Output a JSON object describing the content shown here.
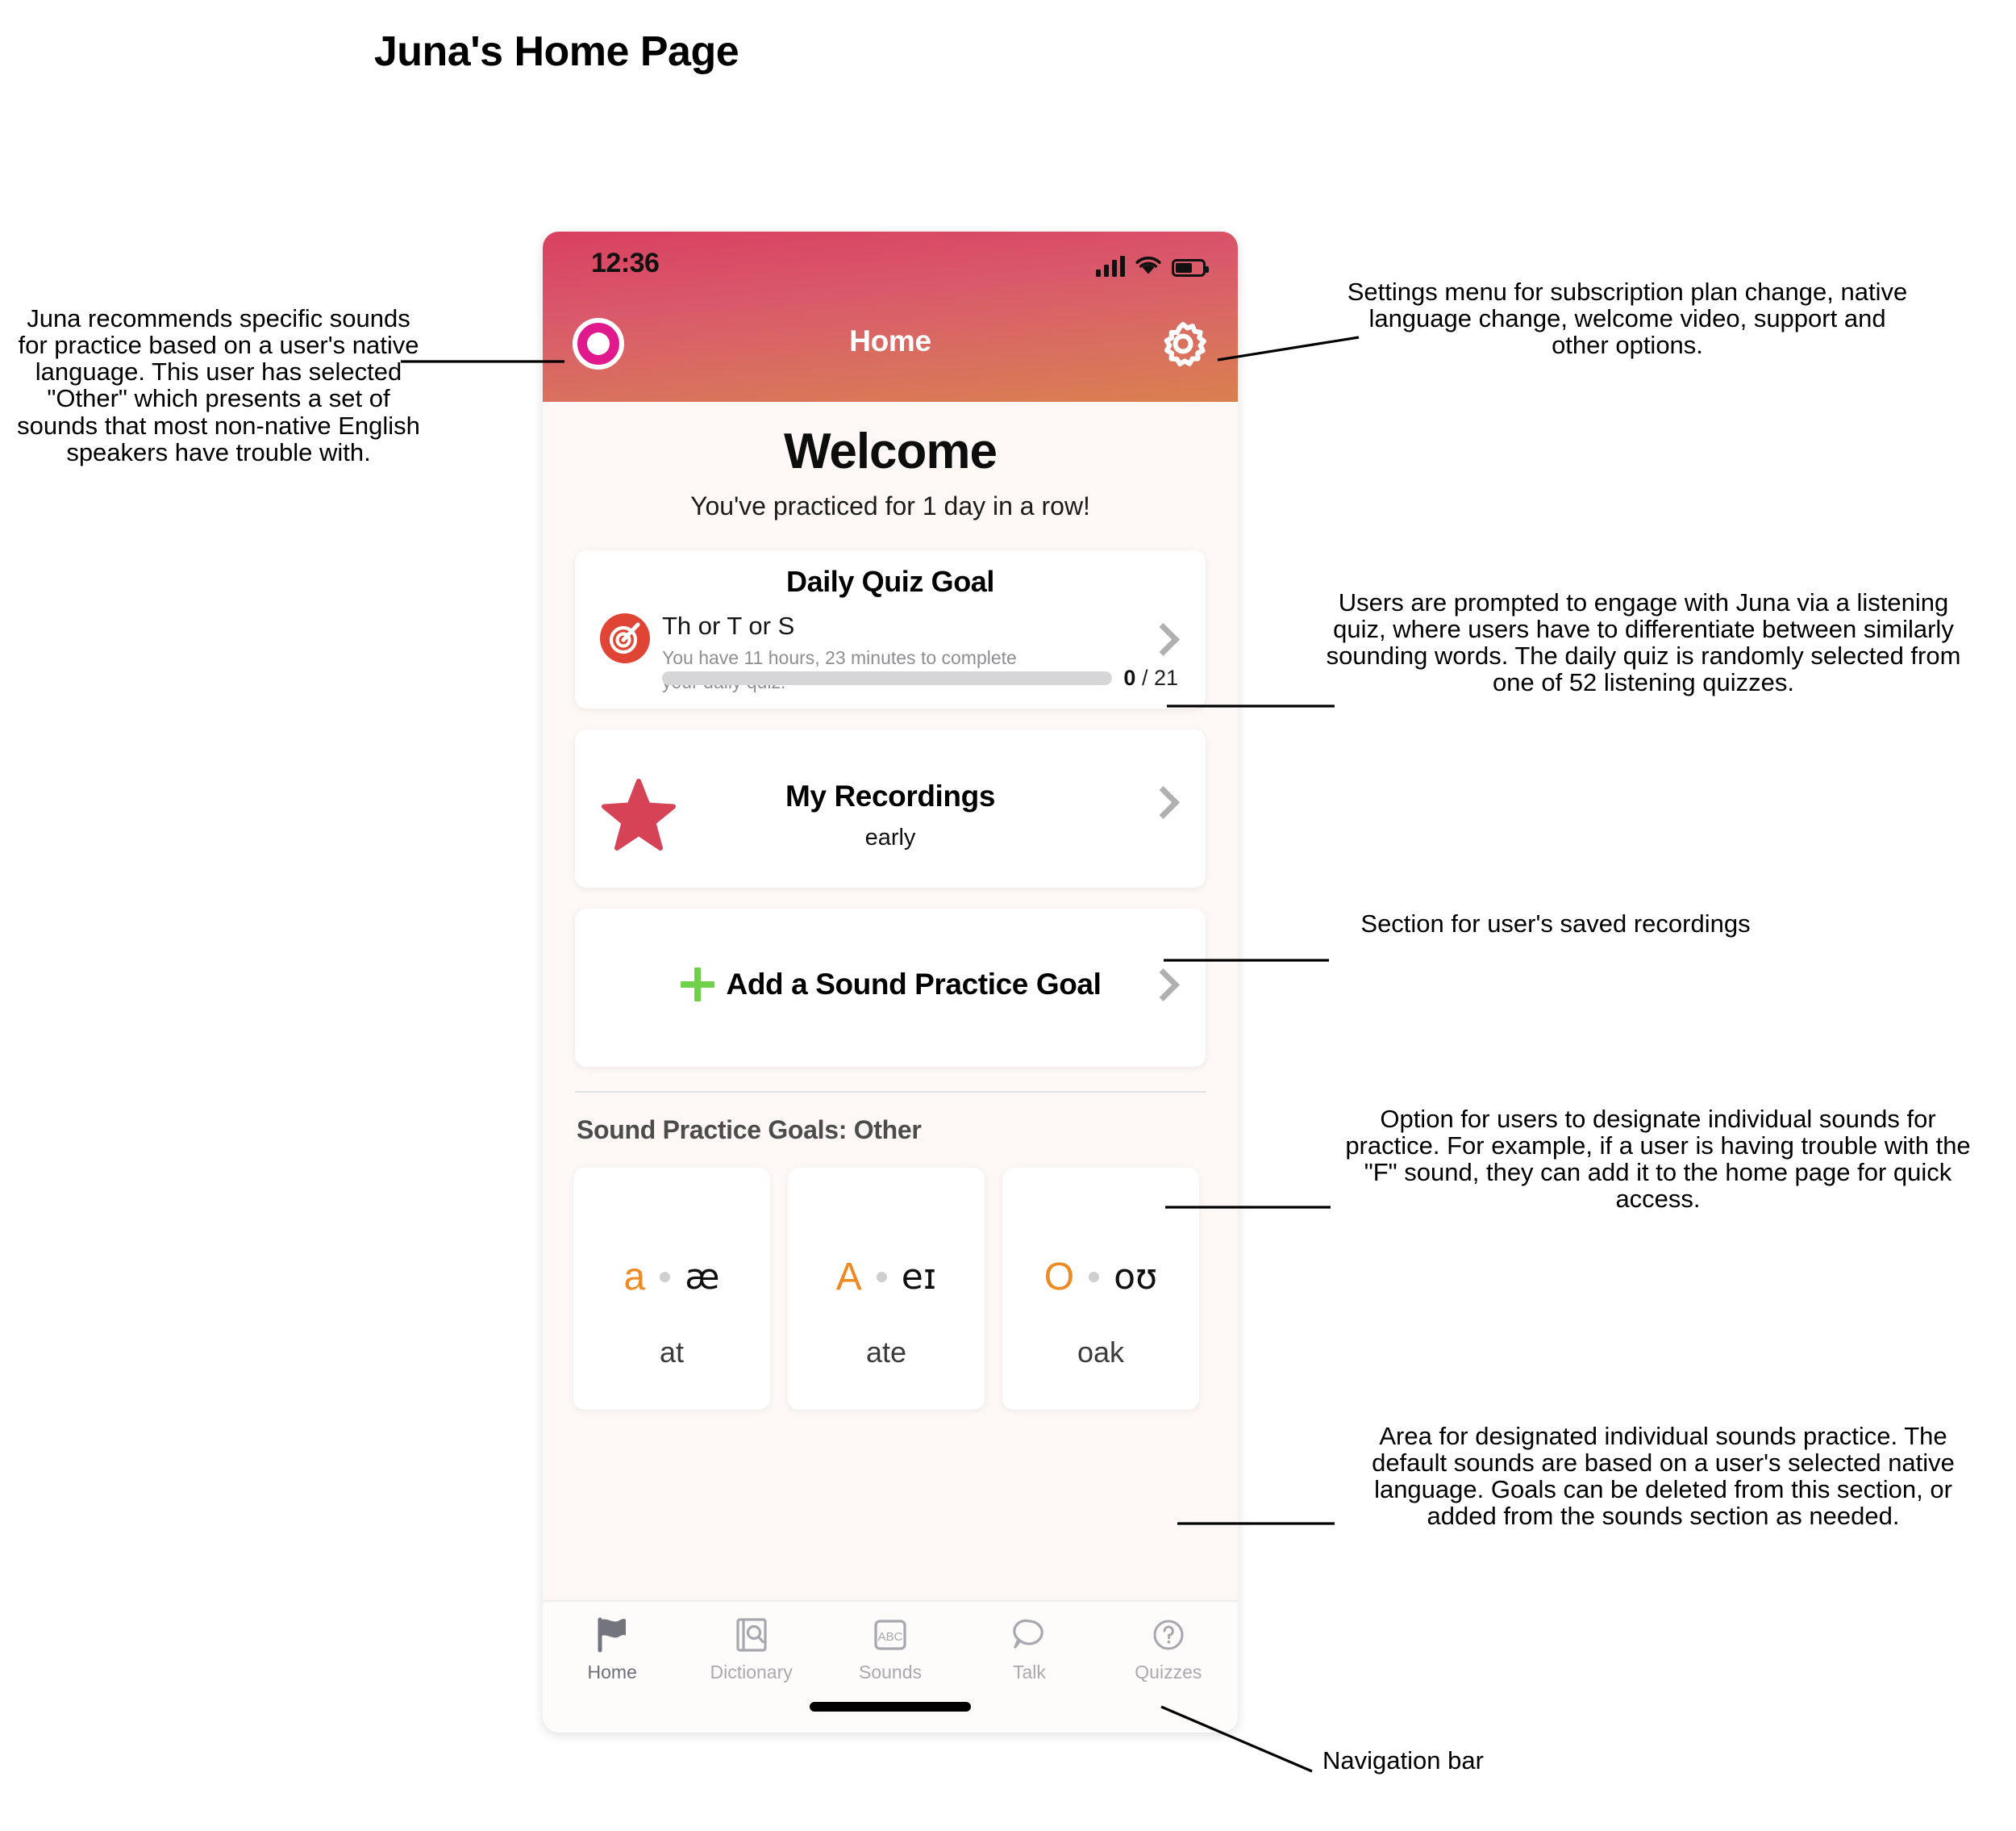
{
  "page": {
    "title": "Juna's Home Page"
  },
  "phone": {
    "status": {
      "time": "12:36",
      "signal_icon": "cellular-signal-icon",
      "wifi_icon": "wifi-icon",
      "battery_icon": "battery-icon"
    },
    "nav": {
      "title": "Home",
      "record_icon": "record-dot-icon",
      "settings_icon": "gear-icon"
    },
    "welcome": {
      "heading": "Welcome",
      "streak": "You've practiced for 1 day in a row!"
    },
    "quiz_card": {
      "title": "Daily Quiz Goal",
      "icon": "target-icon",
      "name": "Th or T or S",
      "subtitle": "You have 11 hours, 23 minutes to complete your daily quiz.",
      "progress_current": "0",
      "progress_total": "/ 21",
      "chevron_icon": "chevron-right-icon"
    },
    "recordings_card": {
      "title": "My Recordings",
      "subtitle": "early",
      "icon": "star-icon",
      "chevron_icon": "chevron-right-icon"
    },
    "add_goal_card": {
      "label": "Add a Sound Practice Goal",
      "icon": "plus-icon",
      "chevron_icon": "chevron-right-icon"
    },
    "sound_section": {
      "title": "Sound Practice Goals: Other",
      "cards": [
        {
          "letter": "a",
          "ipa": "æ",
          "word": "at"
        },
        {
          "letter": "A",
          "ipa": "eɪ",
          "word": "ate"
        },
        {
          "letter": "O",
          "ipa": "oʊ",
          "word": "oak"
        }
      ]
    },
    "tabbar": {
      "items": [
        {
          "label": "Home",
          "icon": "flag-icon",
          "active": true
        },
        {
          "label": "Dictionary",
          "icon": "book-search-icon",
          "active": false
        },
        {
          "label": "Sounds",
          "icon": "abc-box-icon",
          "active": false
        },
        {
          "label": "Talk",
          "icon": "speech-bubble-icon",
          "active": false
        },
        {
          "label": "Quizzes",
          "icon": "question-circle-icon",
          "active": false
        }
      ]
    }
  },
  "annotations": {
    "native_language": "Juna recommends specific sounds for practice based on a user's native language. This user has selected \"Other\" which presents a set of sounds that most non-native English speakers have trouble with.",
    "settings": "Settings menu for subscription plan change, native language change, welcome video, support and other options.",
    "daily_quiz": "Users are prompted to engage with Juna via a listening quiz, where users have to differentiate between similarly sounding words. The daily quiz is randomly selected from one of 52 listening quizzes.",
    "recordings": "Section for user's saved recordings",
    "add_goal": "Option for users to designate individual sounds for practice. For example, if a user is having trouble with the \"F\" sound, they can add it to the home page for quick access.",
    "sound_area": "Area for designated individual sounds practice. The default sounds are based on a user's selected native language. Goals can be deleted from this section, or added from the sounds section as needed.",
    "navbar": "Navigation bar"
  },
  "colors": {
    "header_gradient_start": "#d94060",
    "header_gradient_end": "#d9804f",
    "record_pink": "#e01a8d",
    "target_red": "#e04434",
    "star_red": "#d64356",
    "plus_green": "#6fd24a",
    "accent_orange": "#ef8a22"
  }
}
